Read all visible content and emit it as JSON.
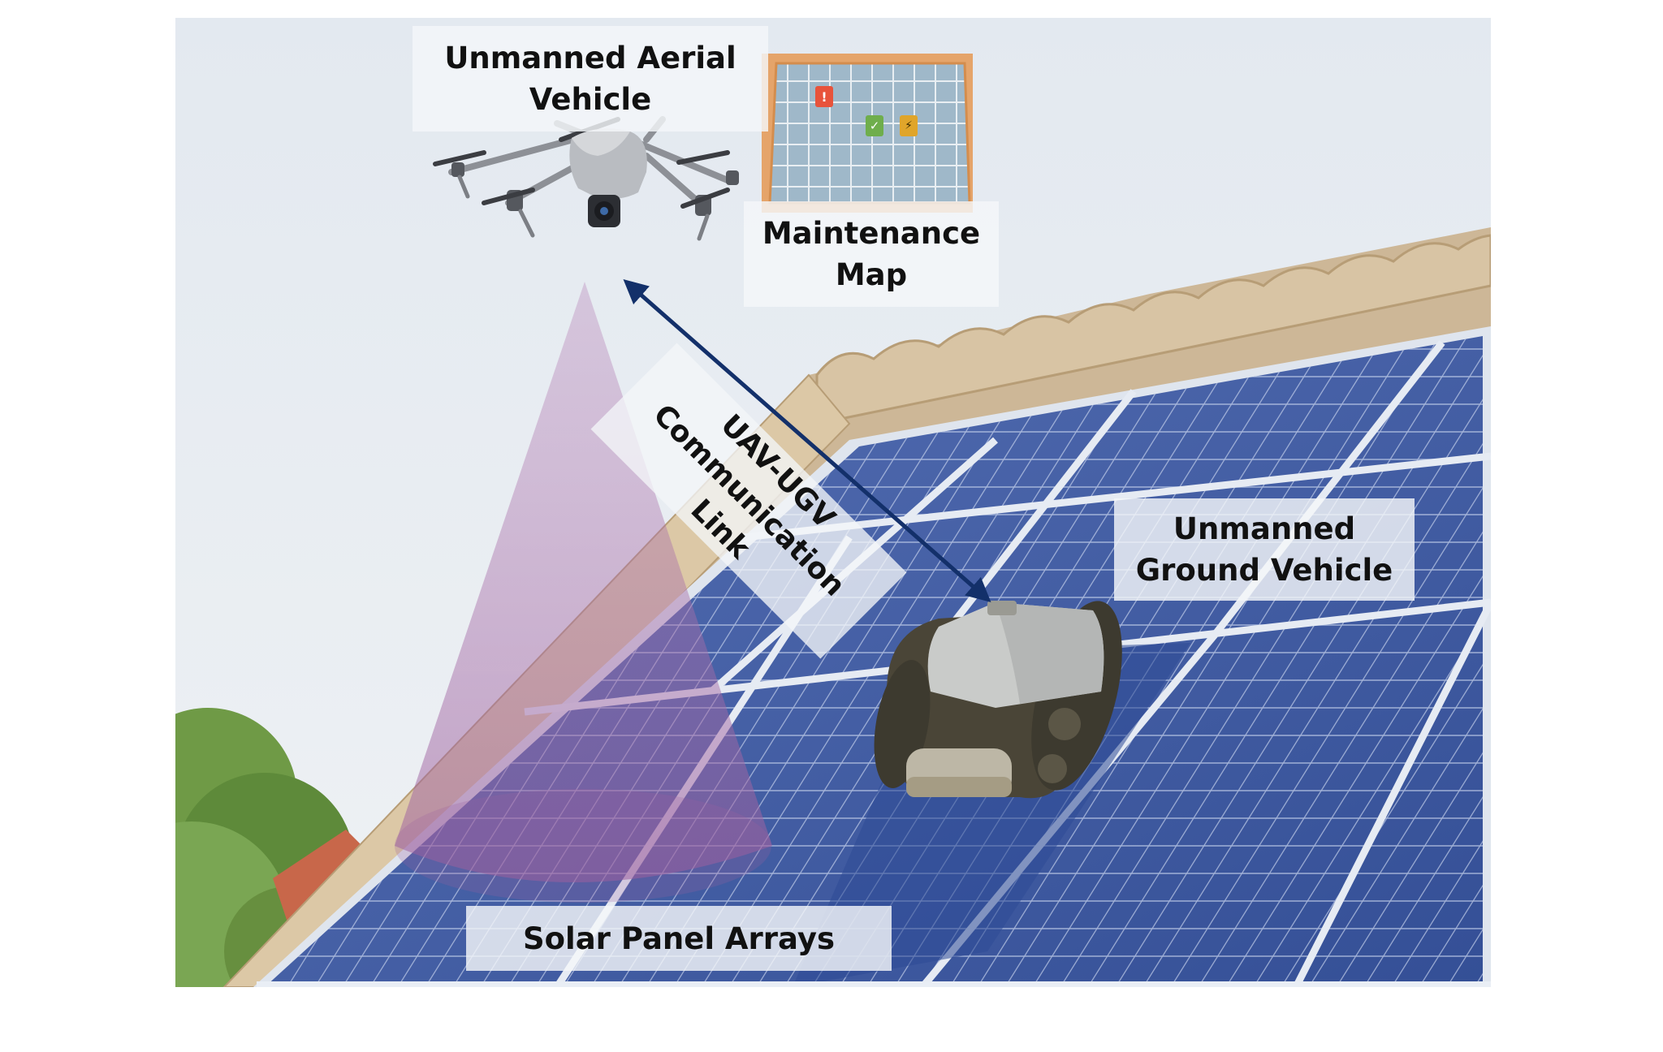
{
  "labels": {
    "uav_line1": "Unmanned Aerial",
    "uav_line2": "Vehicle",
    "map_line1": "Maintenance",
    "map_line2": "Map",
    "link_line1": "UAV-UGV",
    "link_line2": "Communication Link",
    "ugv_line1": "Unmanned",
    "ugv_line2": "Ground Vehicle",
    "solar": "Solar Panel Arrays"
  },
  "map_markers": [
    {
      "icon": "alert-icon",
      "glyph": "!",
      "color": "#e8533b"
    },
    {
      "icon": "check-icon",
      "glyph": "✓",
      "color": "#6fae4c"
    },
    {
      "icon": "lightning-icon",
      "glyph": "⚡",
      "color": "#e0a52a"
    }
  ],
  "colors": {
    "sky": "#e6ebf1",
    "panel": "#3e58a0",
    "roof_tile": "#c9b393",
    "link_arrow": "#13306a",
    "sensor_cone": "#a877a7"
  }
}
